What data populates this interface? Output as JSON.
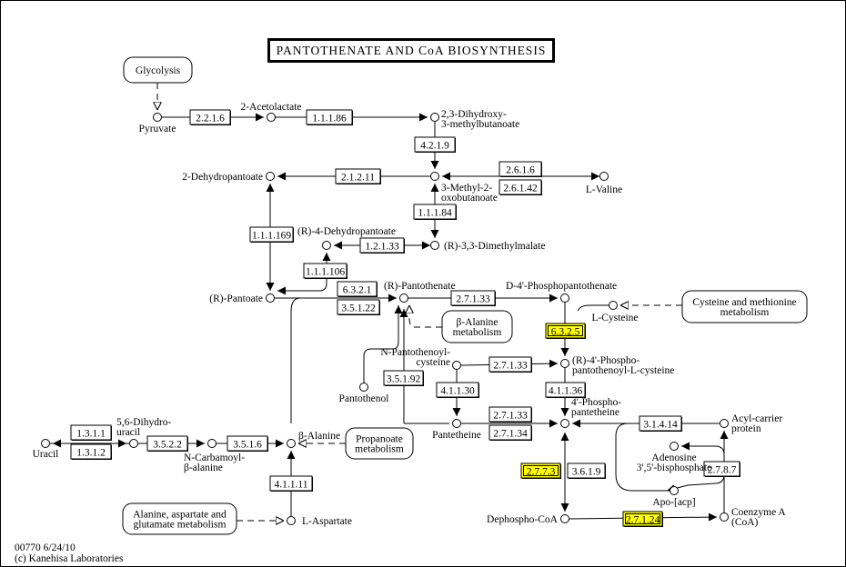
{
  "title": "PANTOTHENATE AND CoA BIOSYNTHESIS",
  "footer": {
    "map_id_date": "00770 6/24/10",
    "copyright": "(c) Kanehisa Laboratories"
  },
  "highlight_color": "#ffff00",
  "pathway_maps": [
    {
      "id": "glycolysis",
      "lines": [
        "Glycolysis"
      ]
    },
    {
      "id": "beta-alanine-metabolism",
      "lines": [
        "β-Alanine",
        "metabolism"
      ]
    },
    {
      "id": "cysteine-methionine-metabolism",
      "lines": [
        "Cysteine and methionine",
        "metabolism"
      ]
    },
    {
      "id": "propanoate-metabolism",
      "lines": [
        "Propanoate",
        "metabolism"
      ]
    },
    {
      "id": "alanine-aspartate-glutamate-metabolism",
      "lines": [
        "Alanine, aspartate and",
        "glutamate metabolism"
      ]
    }
  ],
  "compounds": [
    {
      "id": "pyruvate",
      "lines": [
        "Pyruvate"
      ]
    },
    {
      "id": "2-acetolactate",
      "lines": [
        "2-Acetolactate"
      ]
    },
    {
      "id": "dihydroxy-methylbutanoate",
      "lines": [
        "2,3-Dihydroxy-",
        "3-methylbutanoate"
      ]
    },
    {
      "id": "2-dehydropantoate",
      "lines": [
        "2-Dehydropantoate"
      ]
    },
    {
      "id": "3-methyl-2-oxobutanoate",
      "lines": [
        "3-Methyl-2-",
        "oxobutanoate"
      ]
    },
    {
      "id": "l-valine",
      "lines": [
        "L-Valine"
      ]
    },
    {
      "id": "r-4-dehydropantoate",
      "lines": [
        "(R)-4-Dehydropantoate"
      ]
    },
    {
      "id": "r-dimethylmalate",
      "lines": [
        "(R)-3,3-Dimethylmalate"
      ]
    },
    {
      "id": "r-pantoate",
      "lines": [
        "(R)-Pantoate"
      ]
    },
    {
      "id": "r-pantothenate",
      "lines": [
        "(R)-Pantothenate"
      ]
    },
    {
      "id": "d-4-phosphopantothenate",
      "lines": [
        "D-4'-Phosphopantothenate"
      ]
    },
    {
      "id": "l-cysteine",
      "lines": [
        "L-Cysteine"
      ]
    },
    {
      "id": "pantothenol",
      "lines": [
        "Pantothenol"
      ]
    },
    {
      "id": "n-pantothenoyl-cysteine",
      "lines": [
        "N-Pantothenoyl-",
        "cysteine"
      ]
    },
    {
      "id": "r-4-phosphopantothenoyl-l-cysteine",
      "lines": [
        "(R)-4'-Phospho-",
        "pantothenoyl-L-cysteine"
      ]
    },
    {
      "id": "pantetheine",
      "lines": [
        "Pantetheine"
      ]
    },
    {
      "id": "4-phosphopantetheine",
      "lines": [
        "4'-Phospho-",
        "pantetheine"
      ]
    },
    {
      "id": "acyl-carrier-protein",
      "lines": [
        "Acyl-carrier",
        "protein"
      ]
    },
    {
      "id": "adenosine-bisphosphate",
      "lines": [
        "Adenosine",
        "3',5'-bisphosphate"
      ]
    },
    {
      "id": "apo-acp",
      "lines": [
        "Apo-[acp]"
      ]
    },
    {
      "id": "dephospho-coa",
      "lines": [
        "Dephospho-CoA"
      ]
    },
    {
      "id": "coenzyme-a",
      "lines": [
        "Coenzyme A",
        "(CoA)"
      ]
    },
    {
      "id": "uracil",
      "lines": [
        "Uracil"
      ]
    },
    {
      "id": "dihydrouracil",
      "lines": [
        "5,6-Dihydro-",
        "uracil"
      ]
    },
    {
      "id": "n-carbamoyl-beta-alanine",
      "lines": [
        "N-Carbamoyl-",
        "β-alanine"
      ]
    },
    {
      "id": "beta-alanine",
      "lines": [
        "β-Alanine"
      ]
    },
    {
      "id": "l-aspartate",
      "lines": [
        "L-Aspartate"
      ]
    }
  ],
  "enzymes": [
    {
      "ec": "2.2.1.6",
      "highlighted": false
    },
    {
      "ec": "1.1.1.86",
      "highlighted": false
    },
    {
      "ec": "4.2.1.9",
      "highlighted": false
    },
    {
      "ec": "2.1.2.11",
      "highlighted": false
    },
    {
      "ec": "2.6.1.6",
      "highlighted": false
    },
    {
      "ec": "2.6.1.42",
      "highlighted": false
    },
    {
      "ec": "1.1.1.84",
      "highlighted": false
    },
    {
      "ec": "1.1.1.169",
      "highlighted": false
    },
    {
      "ec": "1.2.1.33",
      "highlighted": false
    },
    {
      "ec": "1.1.1.106",
      "highlighted": false
    },
    {
      "ec": "6.3.2.1",
      "highlighted": false
    },
    {
      "ec": "3.5.1.22",
      "highlighted": false
    },
    {
      "ec": "2.7.1.33",
      "highlighted": false
    },
    {
      "ec": "6.3.2.5",
      "highlighted": true
    },
    {
      "ec": "2.7.1.33",
      "highlighted": false
    },
    {
      "ec": "4.1.1.30",
      "highlighted": false
    },
    {
      "ec": "4.1.1.36",
      "highlighted": false
    },
    {
      "ec": "3.5.1.92",
      "highlighted": false
    },
    {
      "ec": "2.7.1.33",
      "highlighted": false
    },
    {
      "ec": "2.7.1.34",
      "highlighted": false
    },
    {
      "ec": "3.1.4.14",
      "highlighted": false
    },
    {
      "ec": "2.7.8.7",
      "highlighted": false
    },
    {
      "ec": "2.7.7.3",
      "highlighted": true
    },
    {
      "ec": "3.6.1.9",
      "highlighted": false
    },
    {
      "ec": "2.7.1.24",
      "highlighted": true
    },
    {
      "ec": "1.3.1.1",
      "highlighted": false
    },
    {
      "ec": "1.3.1.2",
      "highlighted": false
    },
    {
      "ec": "3.5.2.2",
      "highlighted": false
    },
    {
      "ec": "3.5.1.6",
      "highlighted": false
    },
    {
      "ec": "4.1.1.11",
      "highlighted": false
    }
  ]
}
